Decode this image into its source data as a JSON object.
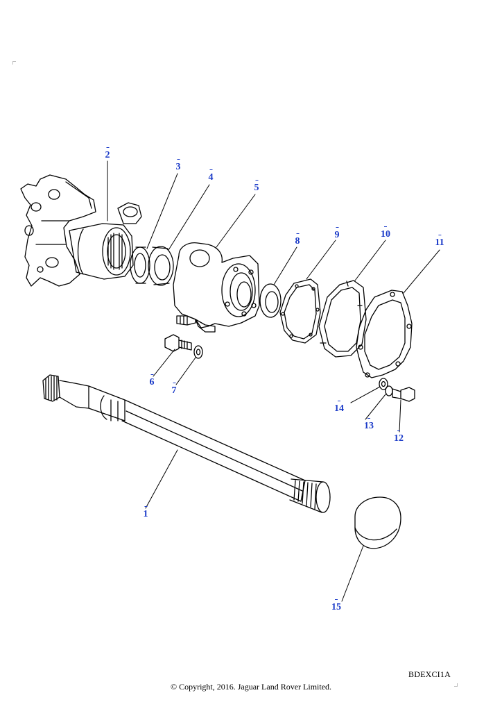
{
  "diagram": {
    "callouts": [
      "1",
      "2",
      "3",
      "4",
      "5",
      "6",
      "7",
      "8",
      "9",
      "10",
      "11",
      "12",
      "13",
      "14",
      "15"
    ]
  },
  "footer": {
    "drawing_code": "BDEXCI1A",
    "copyright": "© Copyright, 2016. Jaguar Land Rover Limited."
  },
  "colors": {
    "callout": "#1a3ac8",
    "line": "#000000"
  }
}
